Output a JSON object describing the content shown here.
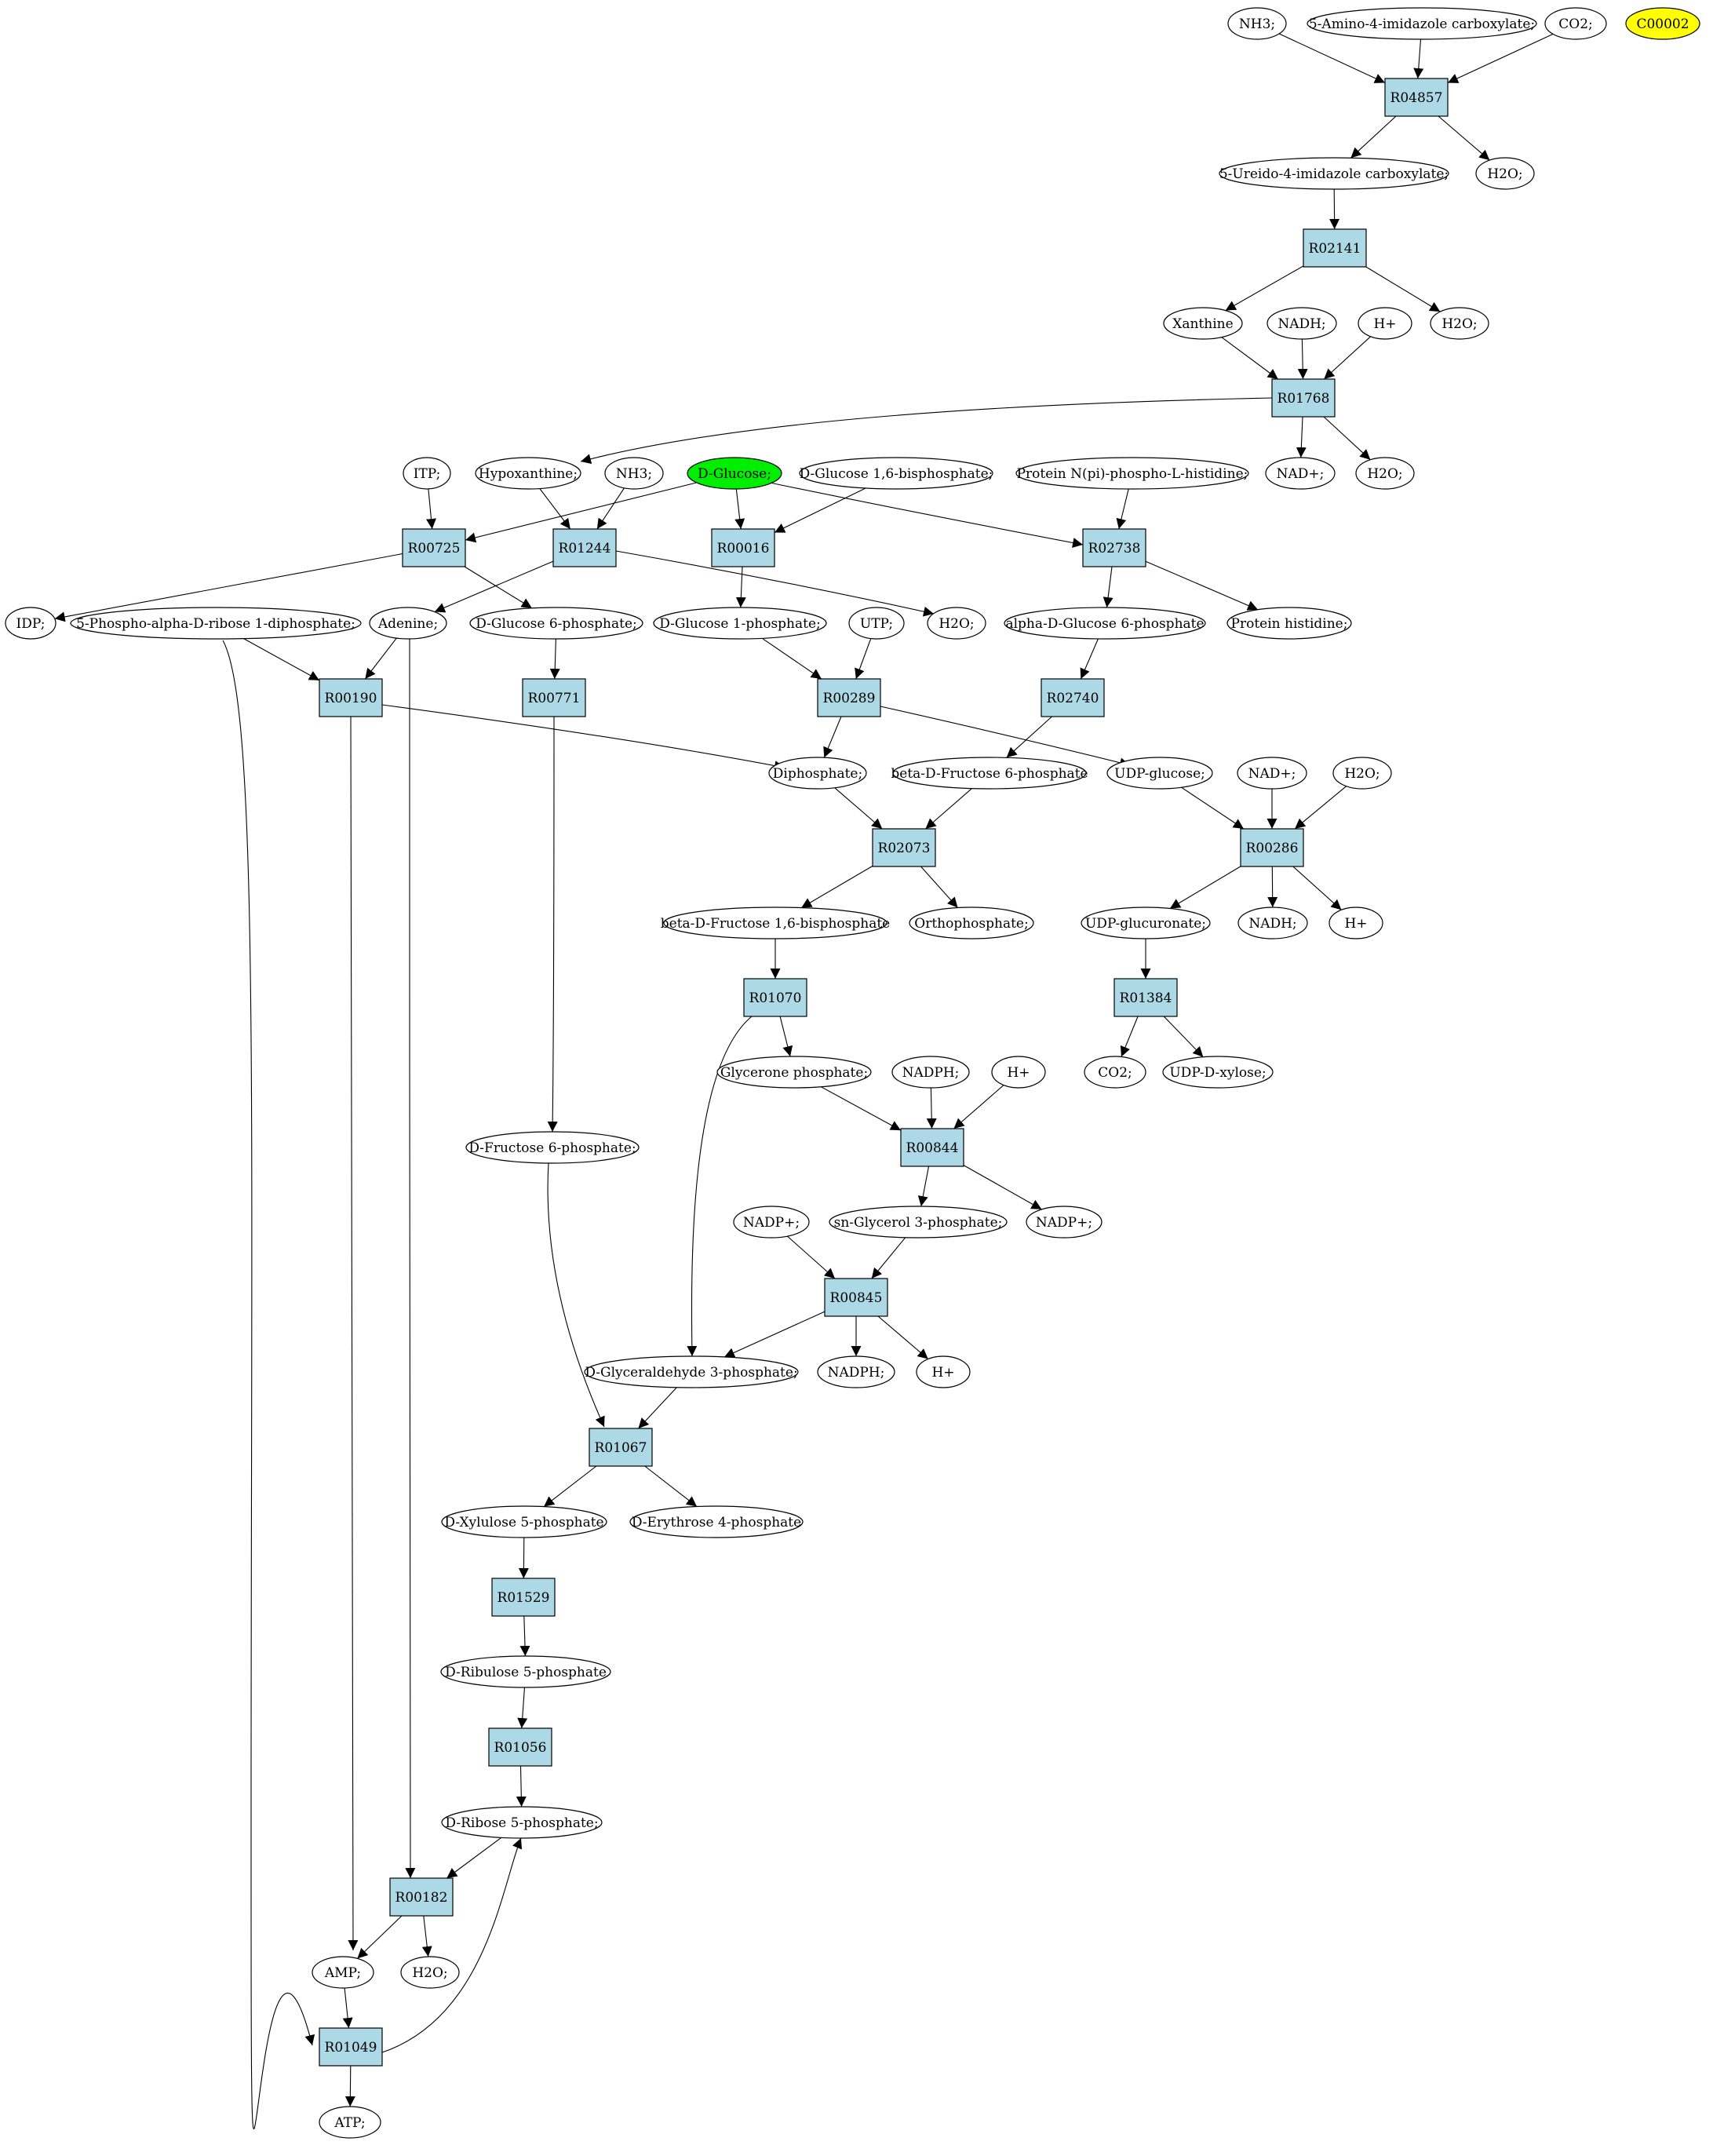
{
  "colors": {
    "background": "#ffffff",
    "reaction_fill": "#add8e6",
    "compound_fill": "#ffffff",
    "start_compound_fill": "#00ee00",
    "target_compound_fill": "#ffff00",
    "stroke": "#000000"
  },
  "compounds": [
    {
      "id": "c_nh3_top",
      "label": "NH3;"
    },
    {
      "id": "c_5aica",
      "label": "5-Amino-4-imidazole carboxylate;"
    },
    {
      "id": "c_co2_top",
      "label": "CO2;"
    },
    {
      "id": "c_c00002",
      "label": "C00002",
      "role": "target"
    },
    {
      "id": "c_5uica",
      "label": "5-Ureido-4-imidazole carboxylate;"
    },
    {
      "id": "c_h2o_1",
      "label": "H2O;"
    },
    {
      "id": "c_xanthine",
      "label": "Xanthine"
    },
    {
      "id": "c_nadh_1",
      "label": "NADH;"
    },
    {
      "id": "c_hplus_1",
      "label": "H+"
    },
    {
      "id": "c_h2o_2",
      "label": "H2O;"
    },
    {
      "id": "c_nadplus_1",
      "label": "NAD+;"
    },
    {
      "id": "c_h2o_3",
      "label": "H2O;"
    },
    {
      "id": "c_itp",
      "label": "ITP;"
    },
    {
      "id": "c_hypoxanthine",
      "label": "Hypoxanthine;"
    },
    {
      "id": "c_nh3_2",
      "label": "NH3;"
    },
    {
      "id": "c_dglucose",
      "label": "D-Glucose;",
      "role": "start"
    },
    {
      "id": "c_dg16bp",
      "label": "D-Glucose 1,6-bisphosphate;"
    },
    {
      "id": "c_protein_nphis",
      "label": "Protein N(pi)-phospho-L-histidine;"
    },
    {
      "id": "c_idp",
      "label": "IDP;"
    },
    {
      "id": "c_prpp",
      "label": "5-Phospho-alpha-D-ribose 1-diphosphate;"
    },
    {
      "id": "c_adenine",
      "label": "Adenine;"
    },
    {
      "id": "c_dg6p",
      "label": "D-Glucose 6-phosphate;"
    },
    {
      "id": "c_dg1p",
      "label": "D-Glucose 1-phosphate;"
    },
    {
      "id": "c_utp",
      "label": "UTP;"
    },
    {
      "id": "c_h2o_4",
      "label": "H2O;"
    },
    {
      "id": "c_adg6p",
      "label": "alpha-D-Glucose 6-phosphate"
    },
    {
      "id": "c_prothis",
      "label": "Protein histidine;"
    },
    {
      "id": "c_diphosphate",
      "label": "Diphosphate;"
    },
    {
      "id": "c_bdf6p",
      "label": "beta-D-Fructose 6-phosphate"
    },
    {
      "id": "c_udpglucose",
      "label": "UDP-glucose;"
    },
    {
      "id": "c_nadplus_2",
      "label": "NAD+;"
    },
    {
      "id": "c_h2o_5",
      "label": "H2O;"
    },
    {
      "id": "c_bdf16bp",
      "label": "beta-D-Fructose 1,6-bisphosphate"
    },
    {
      "id": "c_orthophosphate",
      "label": "Orthophosphate;"
    },
    {
      "id": "c_udpglucuronate",
      "label": "UDP-glucuronate;"
    },
    {
      "id": "c_nadh_2",
      "label": "NADH;"
    },
    {
      "id": "c_hplus_2",
      "label": "H+"
    },
    {
      "id": "c_glyceronep",
      "label": "Glycerone phosphate;"
    },
    {
      "id": "c_nadph_1",
      "label": "NADPH;"
    },
    {
      "id": "c_hplus_3",
      "label": "H+"
    },
    {
      "id": "c_co2_2",
      "label": "CO2;"
    },
    {
      "id": "c_udpxylose",
      "label": "UDP-D-xylose;"
    },
    {
      "id": "c_df6p",
      "label": "D-Fructose 6-phosphate;"
    },
    {
      "id": "c_nadpplus_1",
      "label": "NADP+;"
    },
    {
      "id": "c_nadpplus_2",
      "label": "NADP+;"
    },
    {
      "id": "c_snglycerol3p",
      "label": "sn-Glycerol 3-phosphate;"
    },
    {
      "id": "c_dga3p",
      "label": "D-Glyceraldehyde 3-phosphate;"
    },
    {
      "id": "c_nadph_2",
      "label": "NADPH;"
    },
    {
      "id": "c_hplus_4",
      "label": "H+"
    },
    {
      "id": "c_dx5p",
      "label": "D-Xylulose 5-phosphate"
    },
    {
      "id": "c_de4p",
      "label": "D-Erythrose 4-phosphate"
    },
    {
      "id": "c_dru5p",
      "label": "D-Ribulose 5-phosphate"
    },
    {
      "id": "c_dr5p",
      "label": "D-Ribose 5-phosphate;"
    },
    {
      "id": "c_amp",
      "label": "AMP;"
    },
    {
      "id": "c_h2o_6",
      "label": "H2O;"
    },
    {
      "id": "c_atp",
      "label": "ATP;"
    }
  ],
  "reactions": [
    {
      "id": "r_R04857",
      "label": "R04857"
    },
    {
      "id": "r_R02141",
      "label": "R02141"
    },
    {
      "id": "r_R01768",
      "label": "R01768"
    },
    {
      "id": "r_R00725",
      "label": "R00725"
    },
    {
      "id": "r_R01244",
      "label": "R01244"
    },
    {
      "id": "r_R00016",
      "label": "R00016"
    },
    {
      "id": "r_R02738",
      "label": "R02738"
    },
    {
      "id": "r_R00190",
      "label": "R00190"
    },
    {
      "id": "r_R00771",
      "label": "R00771"
    },
    {
      "id": "r_R00289",
      "label": "R00289"
    },
    {
      "id": "r_R02740",
      "label": "R02740"
    },
    {
      "id": "r_R02073",
      "label": "R02073"
    },
    {
      "id": "r_R00286",
      "label": "R00286"
    },
    {
      "id": "r_R01070",
      "label": "R01070"
    },
    {
      "id": "r_R01384",
      "label": "R01384"
    },
    {
      "id": "r_R00844",
      "label": "R00844"
    },
    {
      "id": "r_R00845",
      "label": "R00845"
    },
    {
      "id": "r_R01067",
      "label": "R01067"
    },
    {
      "id": "r_R01529",
      "label": "R01529"
    },
    {
      "id": "r_R01056",
      "label": "R01056"
    },
    {
      "id": "r_R00182",
      "label": "R00182"
    },
    {
      "id": "r_R01049",
      "label": "R01049"
    }
  ],
  "edges": [
    [
      "c_nh3_top",
      "r_R04857"
    ],
    [
      "c_5aica",
      "r_R04857"
    ],
    [
      "c_co2_top",
      "r_R04857"
    ],
    [
      "r_R04857",
      "c_5uica"
    ],
    [
      "r_R04857",
      "c_h2o_1"
    ],
    [
      "c_5uica",
      "r_R02141"
    ],
    [
      "r_R02141",
      "c_xanthine"
    ],
    [
      "r_R02141",
      "c_h2o_2"
    ],
    [
      "c_xanthine",
      "r_R01768"
    ],
    [
      "c_nadh_1",
      "r_R01768"
    ],
    [
      "c_hplus_1",
      "r_R01768"
    ],
    [
      "r_R01768",
      "c_hypoxanthine"
    ],
    [
      "r_R01768",
      "c_nadplus_1"
    ],
    [
      "r_R01768",
      "c_h2o_3"
    ],
    [
      "c_itp",
      "r_R00725"
    ],
    [
      "c_dglucose",
      "r_R00725"
    ],
    [
      "r_R00725",
      "c_idp"
    ],
    [
      "r_R00725",
      "c_dg6p"
    ],
    [
      "c_hypoxanthine",
      "r_R01244"
    ],
    [
      "c_nh3_2",
      "r_R01244"
    ],
    [
      "r_R01244",
      "c_adenine"
    ],
    [
      "r_R01244",
      "c_h2o_4"
    ],
    [
      "c_dglucose",
      "r_R00016"
    ],
    [
      "c_dg16bp",
      "r_R00016"
    ],
    [
      "r_R00016",
      "c_dg1p"
    ],
    [
      "c_dglucose",
      "r_R02738"
    ],
    [
      "c_protein_nphis",
      "r_R02738"
    ],
    [
      "r_R02738",
      "c_adg6p"
    ],
    [
      "r_R02738",
      "c_prothis"
    ],
    [
      "c_prpp",
      "r_R00190"
    ],
    [
      "c_adenine",
      "r_R00190"
    ],
    [
      "r_R00190",
      "c_diphosphate"
    ],
    [
      "r_R00190",
      "c_amp"
    ],
    [
      "c_dg6p",
      "r_R00771"
    ],
    [
      "r_R00771",
      "c_df6p"
    ],
    [
      "c_dg1p",
      "r_R00289"
    ],
    [
      "c_utp",
      "r_R00289"
    ],
    [
      "r_R00289",
      "c_diphosphate"
    ],
    [
      "r_R00289",
      "c_udpglucose"
    ],
    [
      "c_adg6p",
      "r_R02740"
    ],
    [
      "r_R02740",
      "c_bdf6p"
    ],
    [
      "c_diphosphate",
      "r_R02073"
    ],
    [
      "c_bdf6p",
      "r_R02073"
    ],
    [
      "r_R02073",
      "c_bdf16bp"
    ],
    [
      "r_R02073",
      "c_orthophosphate"
    ],
    [
      "c_udpglucose",
      "r_R00286"
    ],
    [
      "c_nadplus_2",
      "r_R00286"
    ],
    [
      "c_h2o_5",
      "r_R00286"
    ],
    [
      "r_R00286",
      "c_udpglucuronate"
    ],
    [
      "r_R00286",
      "c_nadh_2"
    ],
    [
      "r_R00286",
      "c_hplus_2"
    ],
    [
      "c_bdf16bp",
      "r_R01070"
    ],
    [
      "r_R01070",
      "c_glyceronep"
    ],
    [
      "r_R01070",
      "c_dga3p"
    ],
    [
      "c_udpglucuronate",
      "r_R01384"
    ],
    [
      "r_R01384",
      "c_co2_2"
    ],
    [
      "r_R01384",
      "c_udpxylose"
    ],
    [
      "c_glyceronep",
      "r_R00844"
    ],
    [
      "c_nadph_1",
      "r_R00844"
    ],
    [
      "c_hplus_3",
      "r_R00844"
    ],
    [
      "r_R00844",
      "c_snglycerol3p"
    ],
    [
      "r_R00844",
      "c_nadpplus_2"
    ],
    [
      "c_nadpplus_1",
      "r_R00845"
    ],
    [
      "c_snglycerol3p",
      "r_R00845"
    ],
    [
      "r_R00845",
      "c_dga3p"
    ],
    [
      "r_R00845",
      "c_nadph_2"
    ],
    [
      "r_R00845",
      "c_hplus_4"
    ],
    [
      "c_df6p",
      "r_R01067"
    ],
    [
      "c_dga3p",
      "r_R01067"
    ],
    [
      "r_R01067",
      "c_dx5p"
    ],
    [
      "r_R01067",
      "c_de4p"
    ],
    [
      "c_dx5p",
      "r_R01529"
    ],
    [
      "r_R01529",
      "c_dru5p"
    ],
    [
      "c_dru5p",
      "r_R01056"
    ],
    [
      "r_R01056",
      "c_dr5p"
    ],
    [
      "c_adenine",
      "r_R00182"
    ],
    [
      "c_dr5p",
      "r_R00182"
    ],
    [
      "r_R00182",
      "c_amp"
    ],
    [
      "r_R00182",
      "c_h2o_6"
    ],
    [
      "c_prpp",
      "r_R01049"
    ],
    [
      "c_amp",
      "r_R01049"
    ],
    [
      "r_R01049",
      "c_atp"
    ],
    [
      "r_R01049",
      "c_dr5p"
    ]
  ]
}
